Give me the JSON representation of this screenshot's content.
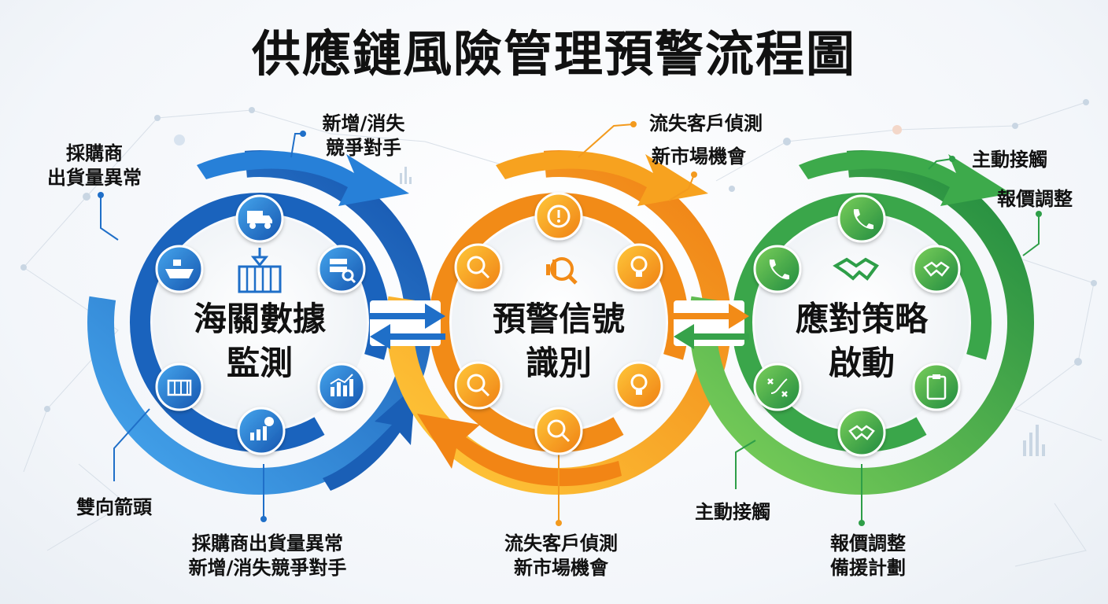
{
  "title": "供應鏈風險管理預警流程圖",
  "colors": {
    "blue": "#1f6fc8",
    "blue_light": "#3a9be6",
    "orange": "#f39a1e",
    "orange_light": "#ffc234",
    "green": "#2e9e48",
    "green_light": "#5cc15a"
  },
  "stages": [
    {
      "name_lines": [
        "海關數據",
        "監測"
      ],
      "color": "blue",
      "icons": [
        "truck-icon",
        "ship-icon",
        "server-search-icon",
        "container-icon",
        "bar-chart-icon",
        "dollar-chart-icon",
        "crane-container-icon"
      ]
    },
    {
      "name_lines": [
        "預警信號",
        "識別"
      ],
      "color": "orange",
      "icons": [
        "alert-icon",
        "magnify-chart-icon",
        "lightbulb-icon",
        "magnify-chart-icon",
        "lightbulb-icon",
        "magnify-chart-icon",
        "magnify-trend-icon"
      ]
    },
    {
      "name_lines": [
        "應對策略",
        "啟動"
      ],
      "color": "green",
      "icons": [
        "phone-icon",
        "phone-icon",
        "handshake-icon",
        "strategy-icon",
        "clipboard-icon",
        "handshake-icon",
        "handshake-icon"
      ]
    }
  ],
  "labels": {
    "top_left": [
      "採購商",
      "出貨量異常"
    ],
    "top_mid_left": [
      "新增/消失",
      "競爭對手"
    ],
    "top_mid_right_1": "流失客戶偵測",
    "top_mid_right_2": "新市場機會",
    "top_right_1": "主動接觸",
    "top_right_2": "報價調整",
    "bottom_left": "雙向箭頭",
    "bottom_mid_left": [
      "採購商出貨量異常",
      "新增/消失競爭對手"
    ],
    "bottom_mid": [
      "流失客戶偵測",
      "新市場機會"
    ],
    "bottom_right_1": "主動接觸",
    "bottom_right_2": [
      "報價調整",
      "備援計劃"
    ]
  }
}
